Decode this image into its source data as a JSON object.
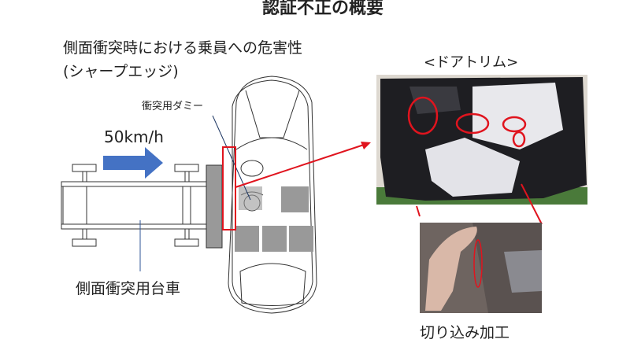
{
  "slide": {
    "title": "認証不正の概要",
    "subtitle_line1": "側面衝突時における乗員への危害性",
    "subtitle_line2": "(シャープエッジ)",
    "dummy_label": "衝突用ダミー",
    "speed_label": "50km/h",
    "cart_label": "側面衝突用台車",
    "door_trim_label": "<ドアトリム>",
    "cut_label": "切り込み加工"
  },
  "colors": {
    "accent_red": "#e0141e",
    "arrow_blue": "#4472c4",
    "gray": "#999999"
  }
}
